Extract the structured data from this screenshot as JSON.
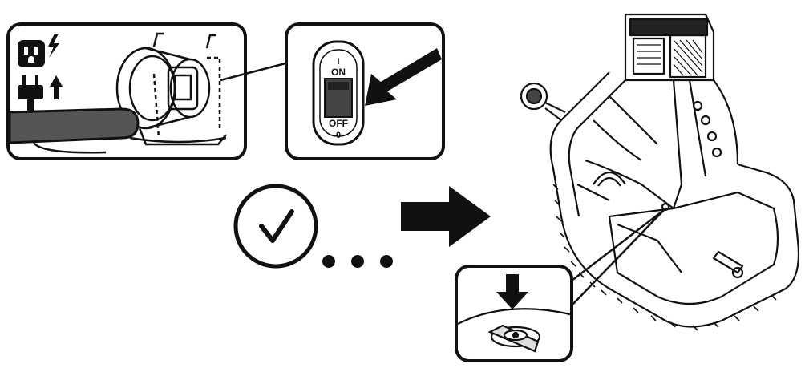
{
  "switch": {
    "on_label": "ON",
    "off_label": "OFF",
    "on_symbol": "I",
    "off_symbol": "0"
  },
  "icons": {
    "outlet": "power-outlet-icon",
    "lightning": "lightning-bolt-icon",
    "plug": "power-plug-icon",
    "plug_up_arrow": "arrow-up-icon",
    "pointer_arrow": "pointer-arrow-icon",
    "timer": "clock-check-icon",
    "waiting": "ellipsis-icon",
    "next_step": "right-arrow-icon",
    "drain": "down-arrow-icon",
    "drain_valve": "drain-valve-icon"
  },
  "colors": {
    "ink": "#111111",
    "background": "#ffffff"
  }
}
